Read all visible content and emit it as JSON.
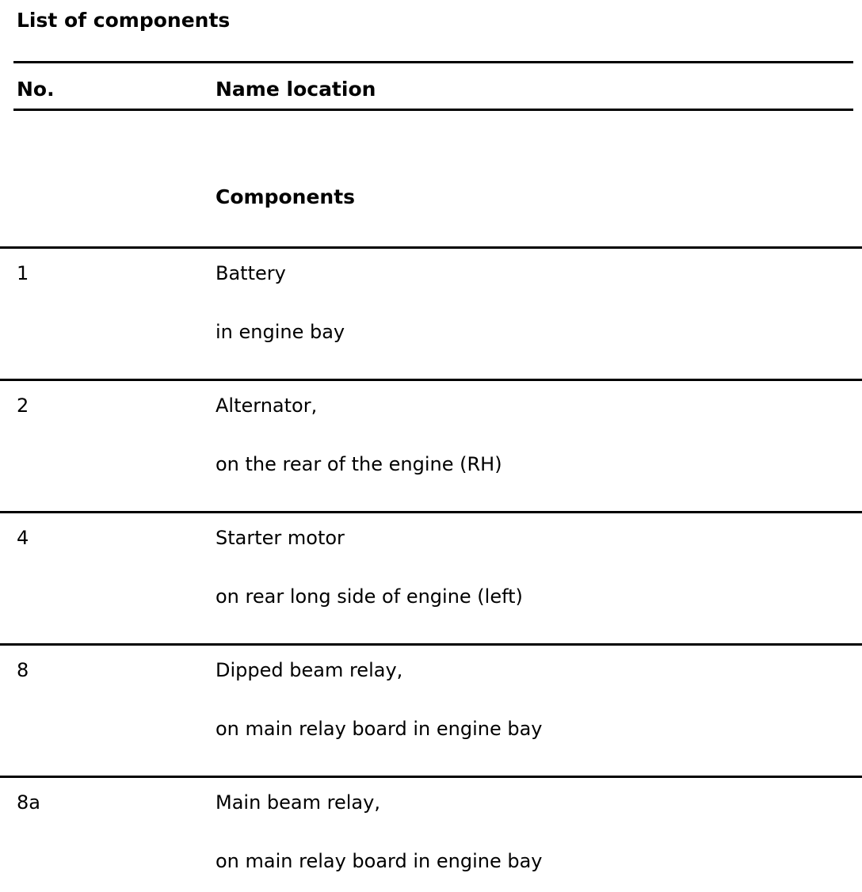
{
  "page": {
    "title": "List of components",
    "table": {
      "col_no": "No.",
      "col_name": "Name location",
      "section_label": "Components",
      "rows": [
        {
          "no": "1",
          "name": "Battery",
          "location": "in engine bay"
        },
        {
          "no": "2",
          "name": "Alternator,",
          "location": "on the rear of the engine (RH)"
        },
        {
          "no": "4",
          "name": "Starter motor",
          "location": "on rear long side of engine (left)"
        },
        {
          "no": "8",
          "name": "Dipped beam relay,",
          "location": "on main relay board in engine bay"
        },
        {
          "no": "8a",
          "name": "Main beam relay,",
          "location": "on main relay board in engine bay"
        }
      ]
    }
  }
}
